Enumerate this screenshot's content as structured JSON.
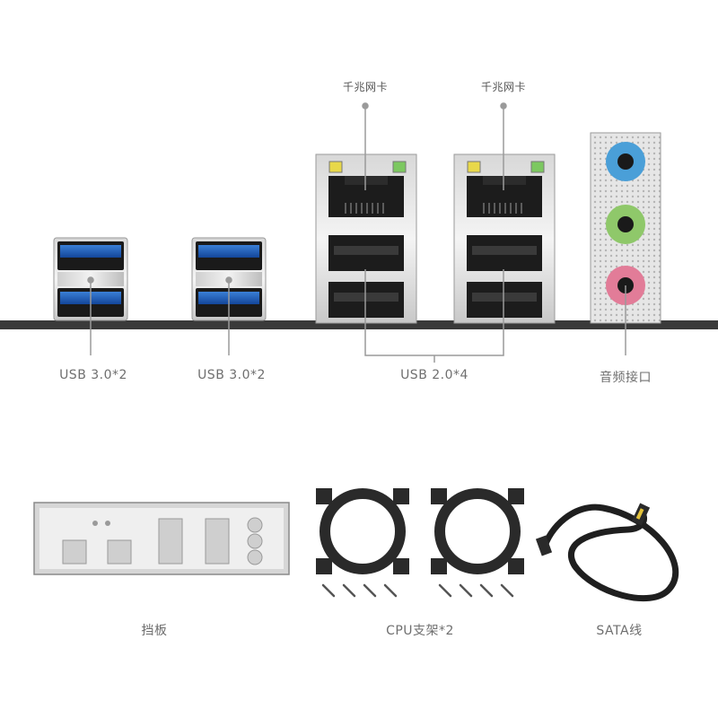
{
  "labels": {
    "lan_left": "千兆网卡",
    "lan_right": "千兆网卡",
    "usb30_a": "USB 3.0*2",
    "usb30_b": "USB 3.0*2",
    "usb20": "USB 2.0*4",
    "audio": "音频接口",
    "io_shield": "挡板",
    "cpu_bracket": "CPU支架*2",
    "sata": "SATA线"
  },
  "colors": {
    "usb3_blue": "#1e5fb8",
    "audio_blue": "#4a9fd8",
    "audio_green": "#8fc86a",
    "audio_pink": "#e27c98",
    "led_yellow": "#e8d84a",
    "led_green": "#7cc860",
    "board": "#3a3a3a"
  },
  "icons": [
    "usb3-port-icon",
    "usb2-port-icon",
    "rj45-port-icon",
    "audio-jack-icon",
    "io-shield-icon",
    "cpu-bracket-icon",
    "screw-icon",
    "sata-cable-icon"
  ]
}
